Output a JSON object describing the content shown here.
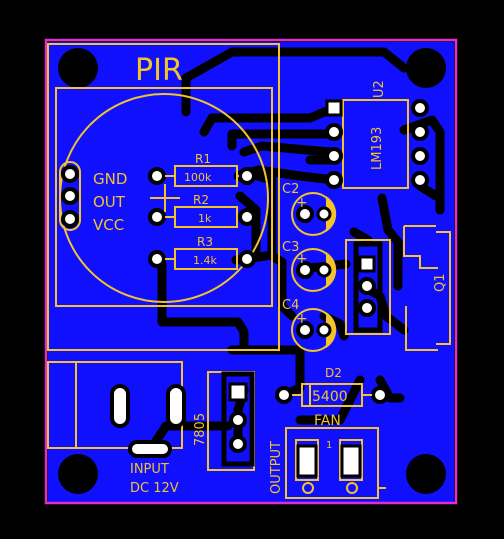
{
  "colors": {
    "background": "#000000",
    "copper_plane": "#1010ff",
    "trace": "#000000",
    "silkscreen": "#f2c32e",
    "outline": "#e02fd0",
    "pad": "#ffffff",
    "pad_ring": "#9a9a9a"
  },
  "board": {
    "module_title": "PIR",
    "pir_pins": [
      "GND",
      "OUT",
      "VCC"
    ],
    "resistors": [
      {
        "ref": "R1",
        "value": "100k"
      },
      {
        "ref": "R2",
        "value": "1k"
      },
      {
        "ref": "R3",
        "value": "1.4k"
      }
    ],
    "capacitors": [
      "C2",
      "C3",
      "C4"
    ],
    "ic": {
      "ref": "U2",
      "part": "LM193"
    },
    "transistor": "Q1",
    "regulator": "7805",
    "diode": {
      "ref": "D2",
      "value": "5400"
    },
    "fan": {
      "label": "FAN",
      "pin_mark": "1"
    },
    "output_label": "OUTPUT",
    "input_label": "INPUT",
    "input_voltage": "DC 12V"
  }
}
